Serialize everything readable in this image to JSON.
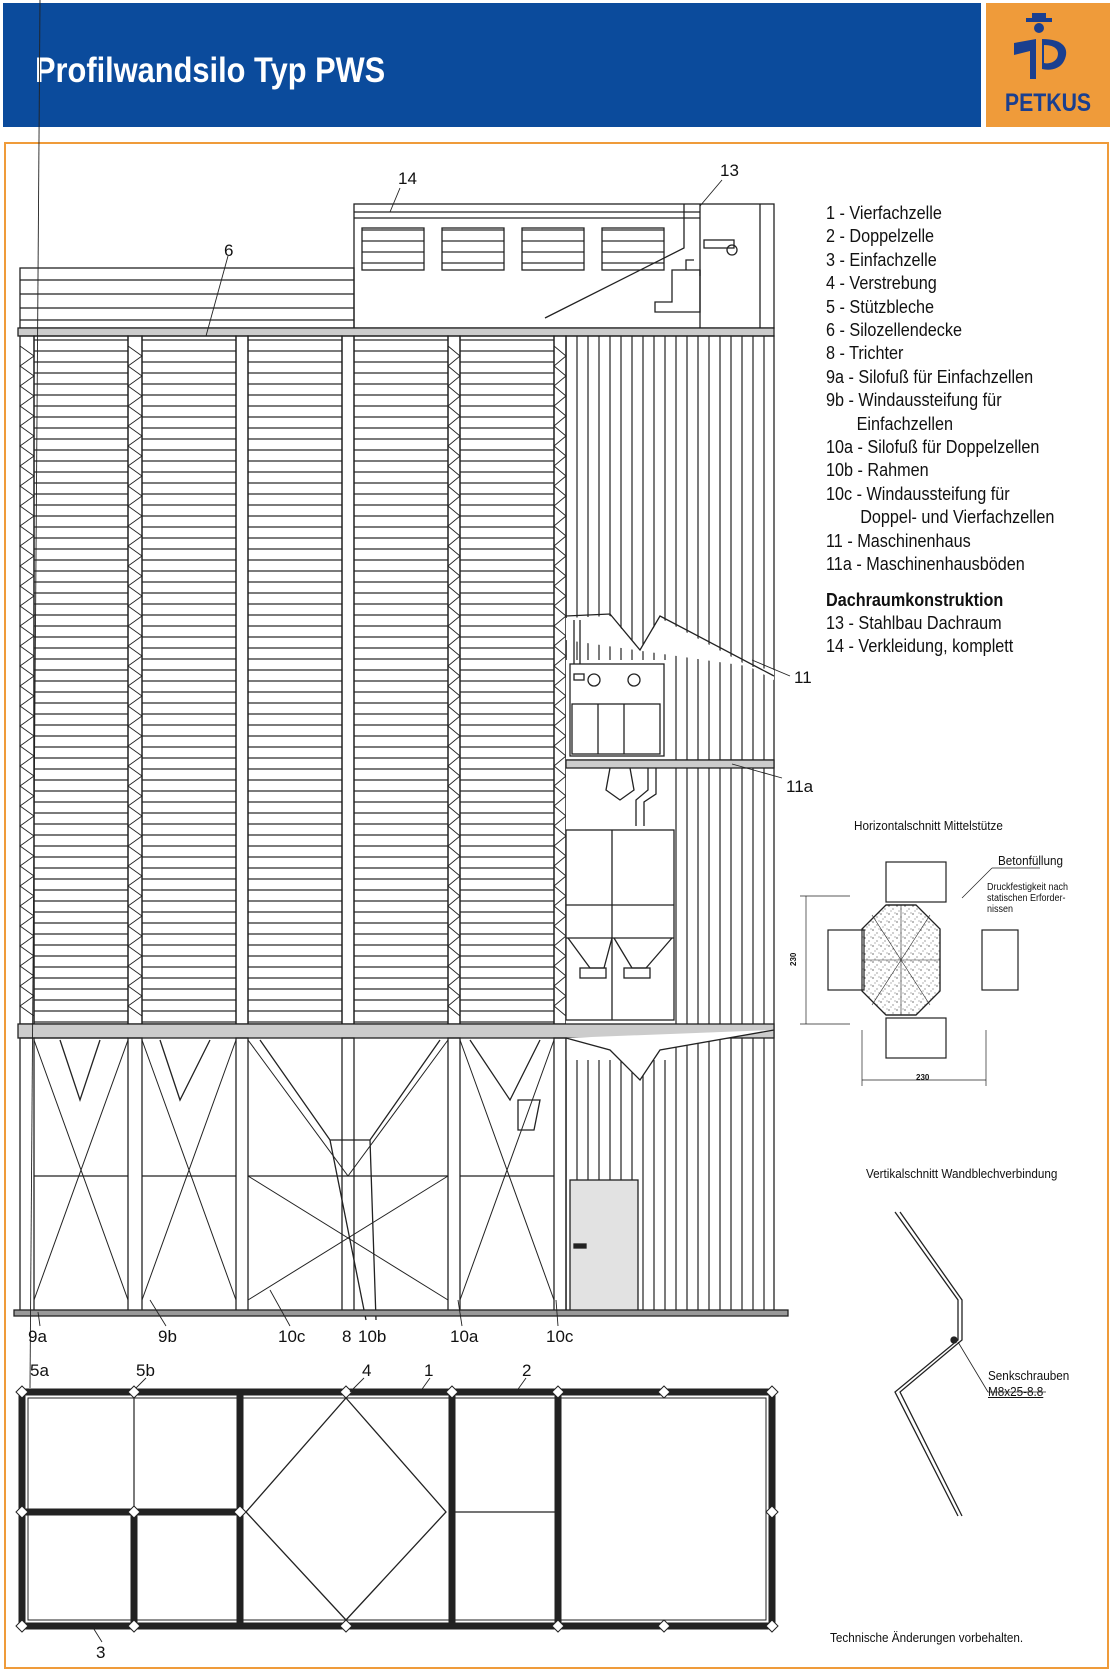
{
  "header": {
    "title": "Profilwandsilo Typ PWS",
    "logo_text": "PETKUS"
  },
  "colors": {
    "header_blue": "#0b4b9c",
    "logo_orange": "#ef9b3a",
    "logo_navy": "#1a3f8f"
  },
  "legend": {
    "items": [
      "1 - Vierfachzelle",
      "2 - Doppelzelle",
      "3 - Einfachzelle",
      "4 - Verstrebung",
      "5 - Stützbleche",
      "6 - Silozellendecke",
      "8 - Trichter",
      "9a - Silofuß für Einfachzellen",
      "9b - Windaussteifung für",
      "Einfachzellen",
      "10a - Silofuß für Doppelzellen",
      "10b - Rahmen",
      "10c - Windaussteifung für",
      "Doppel- und Vierfachzellen",
      "11 - Maschinenhaus",
      "11a - Maschinenhausböden"
    ],
    "heading": "Dachraumkonstruktion",
    "roof_items": [
      "13 - Stahlbau Dachraum",
      "14 - Verkleidung, komplett"
    ]
  },
  "callouts": {
    "c14": "14",
    "c13": "13",
    "c6": "6",
    "c11": "11",
    "c11a": "11a",
    "c9a": "9a",
    "c9b": "9b",
    "c10c_left": "10c",
    "c8": "8",
    "c10b": "10b",
    "c10a": "10a",
    "c10c_right": "10c",
    "c5a": "5a",
    "c5b": "5b",
    "c4": "4",
    "c1": "1",
    "c2": "2",
    "c3": "3"
  },
  "section_horizontal": {
    "caption": "Horizontalschnitt Mittelstütze",
    "label_fill": "Betonfüllung",
    "label_strength": [
      "Druckfestigkeit nach",
      "statischen Erforder-",
      "nissen"
    ],
    "dim_vertical": "230",
    "dim_horizontal": "230"
  },
  "section_vertical": {
    "caption": "Vertikalschnitt Wandblechverbindung",
    "label_screws": [
      "Senkschrauben",
      "M8x25-8.8"
    ]
  },
  "footer_note": "Technische Änderungen vorbehalten."
}
